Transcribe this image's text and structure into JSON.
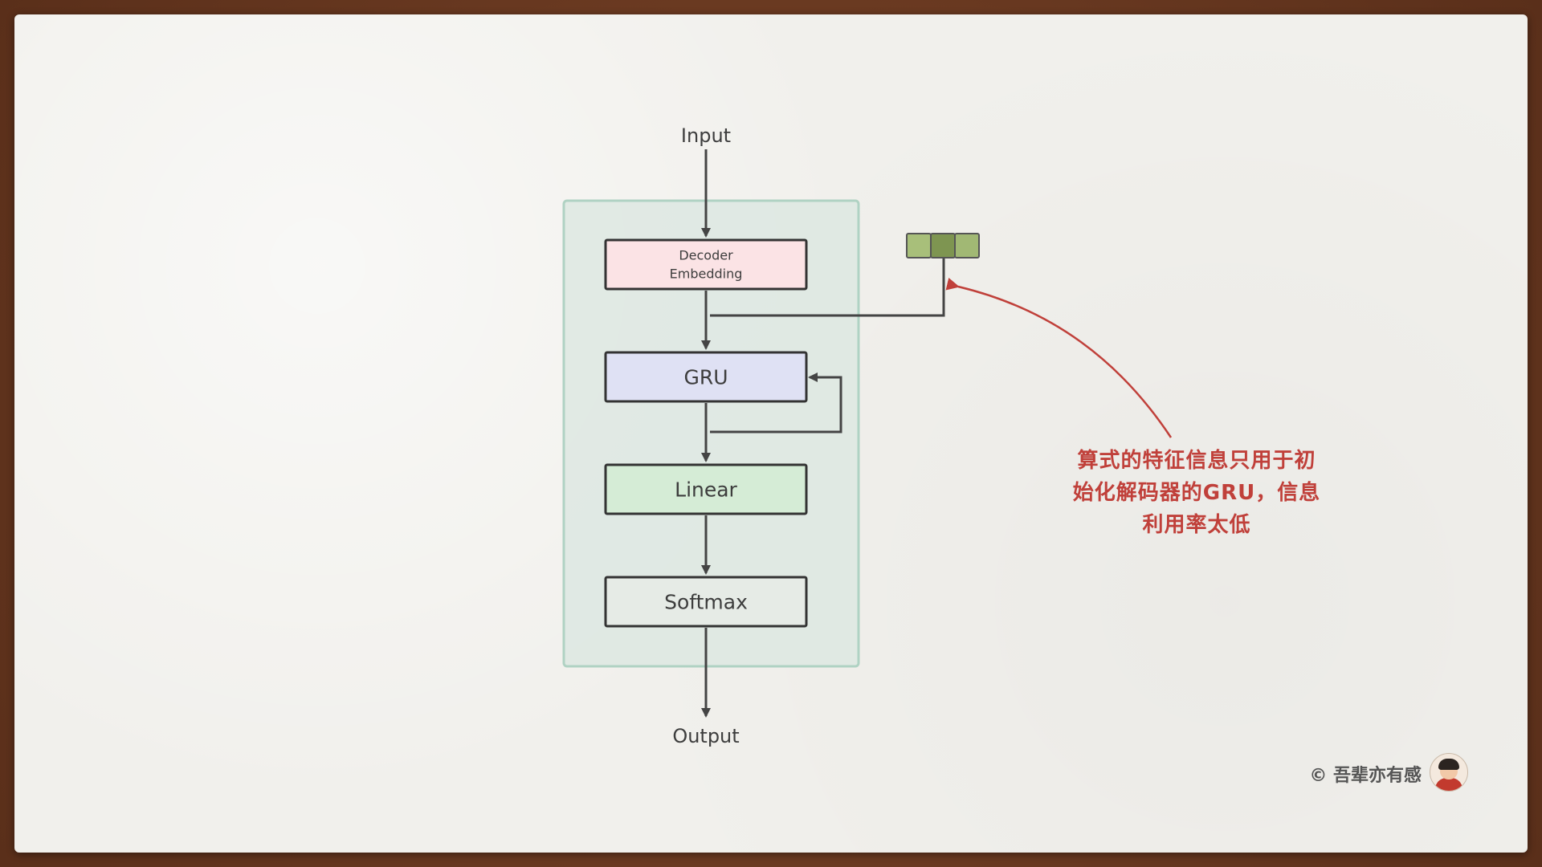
{
  "diagram": {
    "input_label": "Input",
    "output_label": "Output",
    "boxes": [
      {
        "id": "embedding",
        "lines": [
          "Decoder",
          "Embedding"
        ],
        "fill": "#fbe3e5"
      },
      {
        "id": "gru",
        "lines": [
          "GRU"
        ],
        "fill": "#dfe1f4"
      },
      {
        "id": "linear",
        "lines": [
          "Linear"
        ],
        "fill": "#d5ecd6"
      },
      {
        "id": "softmax",
        "lines": [
          "Softmax"
        ],
        "fill": "#e6ebe6"
      }
    ],
    "container_fill": "#dfe9e3",
    "container_stroke": "#a9cfbf",
    "feature_vector_colors": [
      "#a8bf7a",
      "#7e9551",
      "#a1b874"
    ]
  },
  "annotation": {
    "text_lines": [
      "算式的特征信息只用于初",
      "始化解码器的GRU，信息",
      "利用率太低"
    ],
    "color": "#c0403a"
  },
  "credit": {
    "text": "© 吾辈亦有感"
  }
}
